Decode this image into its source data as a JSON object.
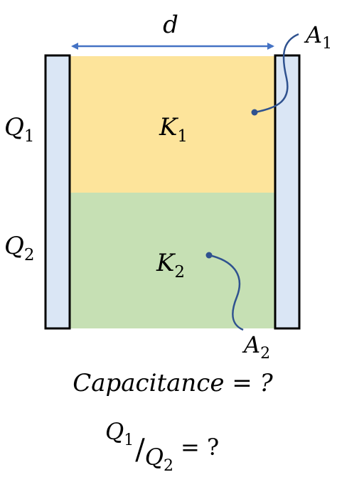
{
  "dimension_label": "d",
  "labels": {
    "A1": {
      "main": "A",
      "sub": "1"
    },
    "A2": {
      "main": "A",
      "sub": "2"
    },
    "K1": {
      "main": "K",
      "sub": "1"
    },
    "K2": {
      "main": "K",
      "sub": "2"
    },
    "Q1": {
      "main": "Q",
      "sub": "1"
    },
    "Q2": {
      "main": "Q",
      "sub": "2"
    }
  },
  "question_capacitance": "Capacitance = ?",
  "question_ratio": {
    "numerator": "Q",
    "numerator_sub": "1",
    "slash": "/",
    "denominator": "Q",
    "denominator_sub": "2",
    "tail": "= ?"
  },
  "colors": {
    "plate_fill": "#dae6f5",
    "plate_stroke": "#000000",
    "dielectric_top": "#fde49b",
    "dielectric_bottom": "#c6e0b4",
    "arrow": "#4472c4",
    "pointer_line": "#2f528f"
  }
}
